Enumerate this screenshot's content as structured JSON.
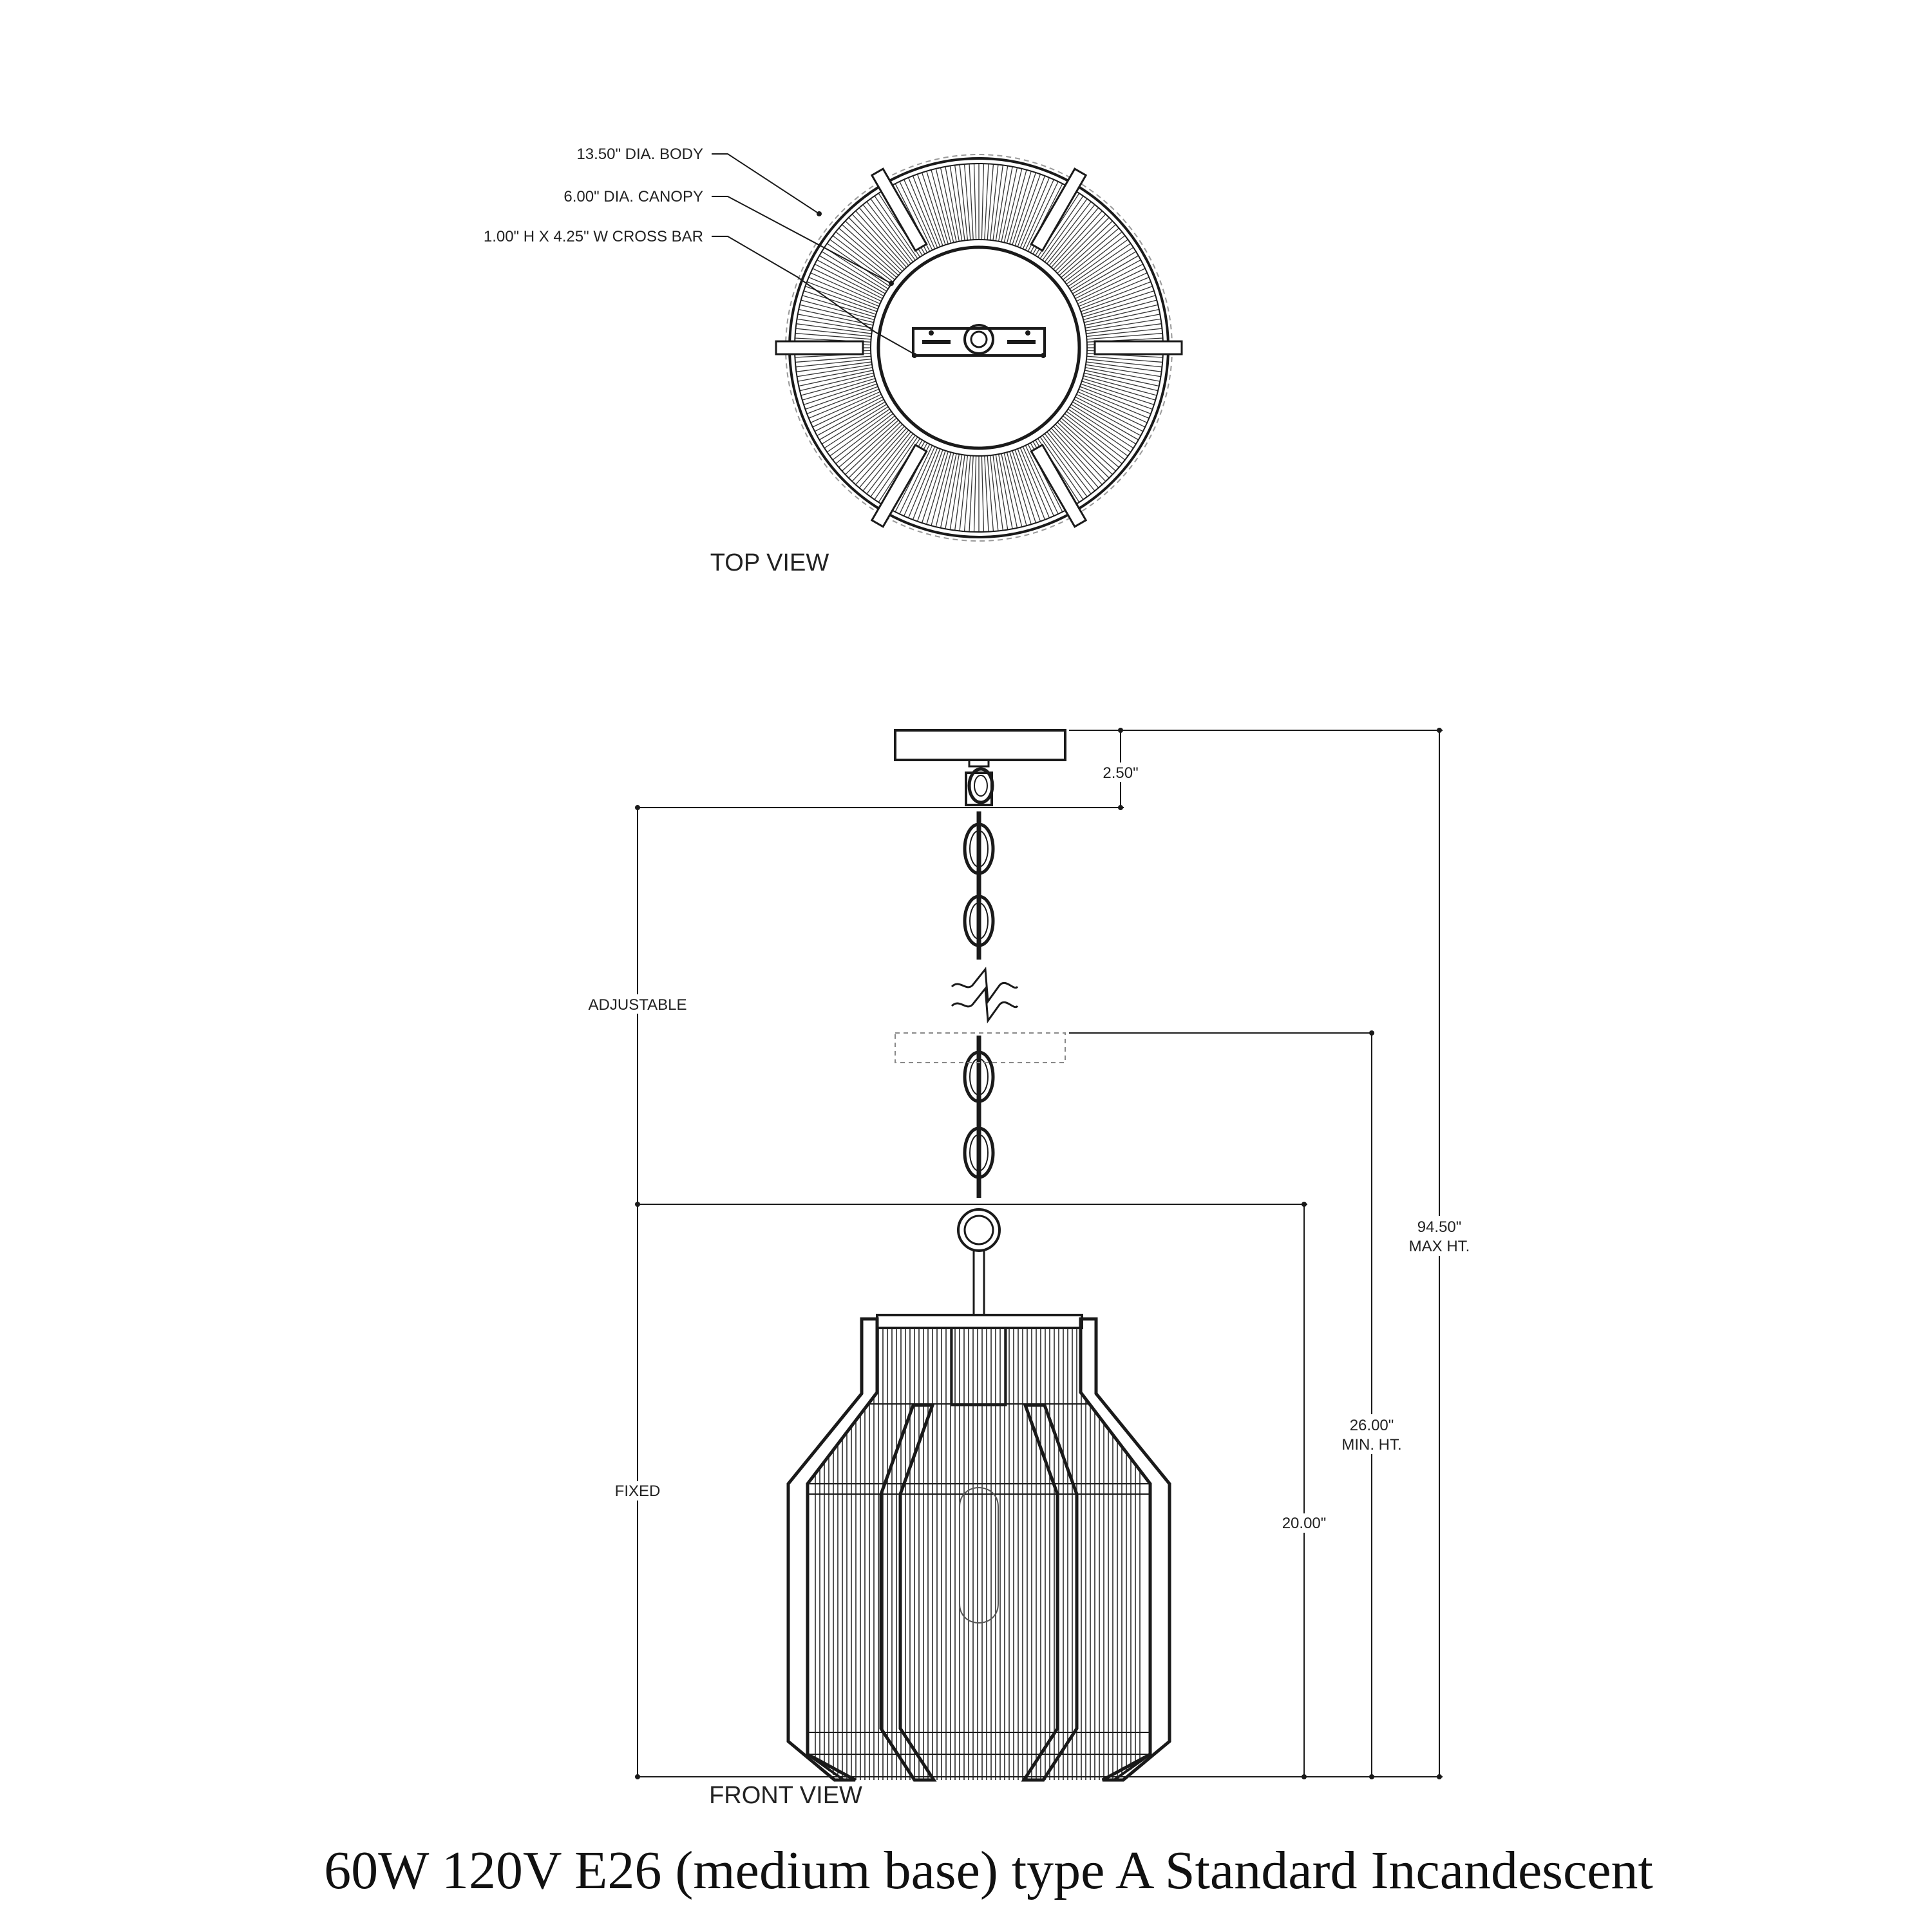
{
  "top_view": {
    "title": "TOP VIEW",
    "callouts": [
      "13.50\" DIA. BODY",
      "6.00\" DIA. CANOPY",
      "1.00\" H X 4.25\" W CROSS BAR"
    ]
  },
  "front_view": {
    "title": "FRONT VIEW",
    "dimensions": {
      "canopy_height": "2.50\"",
      "adjustable": "ADJUSTABLE",
      "fixed": "FIXED",
      "body_height": "20.00\"",
      "min_height_value": "26.00\"",
      "min_height_label": "MIN. HT.",
      "max_height_value": "94.50\"",
      "max_height_label": "MAX HT."
    }
  },
  "bulb_spec": "60W 120V E26 (medium base) type A Standard Incandescent",
  "colors": {
    "line": "#1a1a1a",
    "background": "#ffffff"
  }
}
